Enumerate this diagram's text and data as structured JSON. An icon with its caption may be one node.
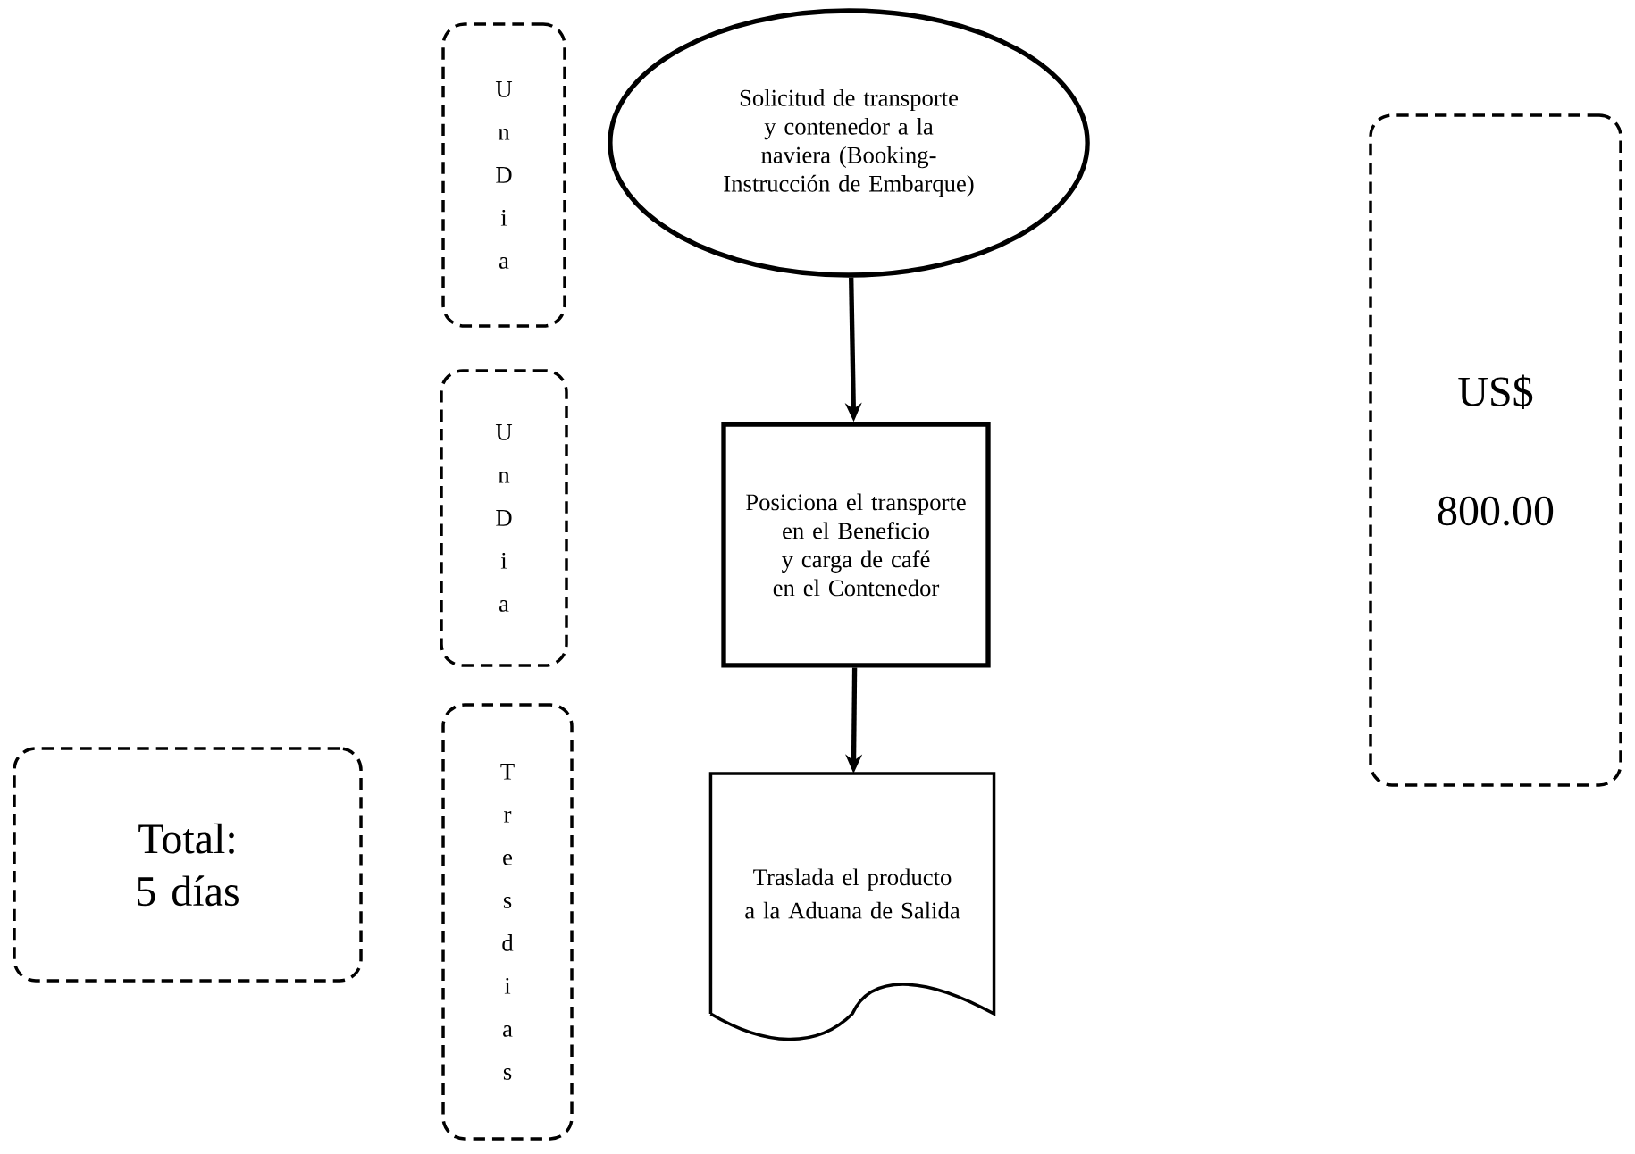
{
  "diagram": {
    "nodes": [
      {
        "text": [
          "Solicitud de transporte y contenedor a la naviera (Booking-Instrucción de Embarque)"
        ]
      },
      {
        "text": [
          "Posiciona el transporte en el Beneficio y carga de café en el Contenedor"
        ]
      },
      {
        "text": [
          "Traslada el producto a la Aduana de Salida"
        ]
      },
      {
        "text": [
          "U n D i a"
        ]
      },
      {
        "text": [
          "U n D i a"
        ]
      },
      {
        "text": [
          "T r e s d i a s"
        ]
      },
      {
        "text": [
          "Total: 5 días"
        ]
      },
      {
        "text": [
          "US$",
          "800.00"
        ]
      }
    ],
    "edges": [
      {
        "from": 0,
        "to": 1,
        "arrow": "to"
      },
      {
        "from": 1,
        "to": 2,
        "arrow": "to"
      }
    ]
  }
}
